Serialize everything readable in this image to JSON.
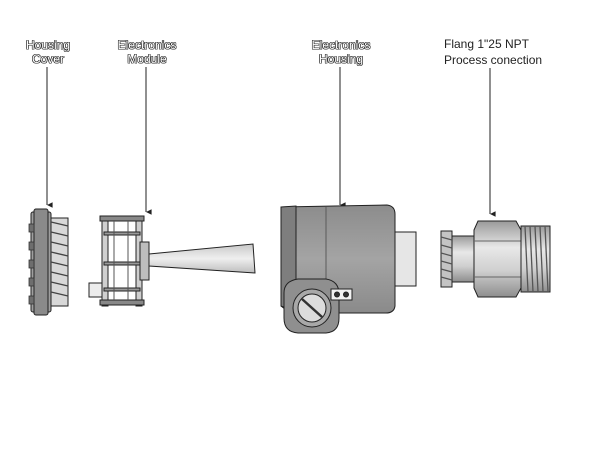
{
  "labels": {
    "housing_cover": [
      "Housing",
      "Cover"
    ],
    "electronics_module": [
      "Electronics",
      "Module"
    ],
    "electronics_housing": [
      "Electronics",
      "Housing"
    ],
    "process_connection": [
      "Flang 1\"25 NPT",
      "Process conection"
    ]
  },
  "colors": {
    "line": "#222222",
    "part_fill": "#b7b7b7",
    "part_dark": "#7a7a7a",
    "part_light": "#e4e4e4",
    "housing_fill": "#9a9a9a"
  }
}
